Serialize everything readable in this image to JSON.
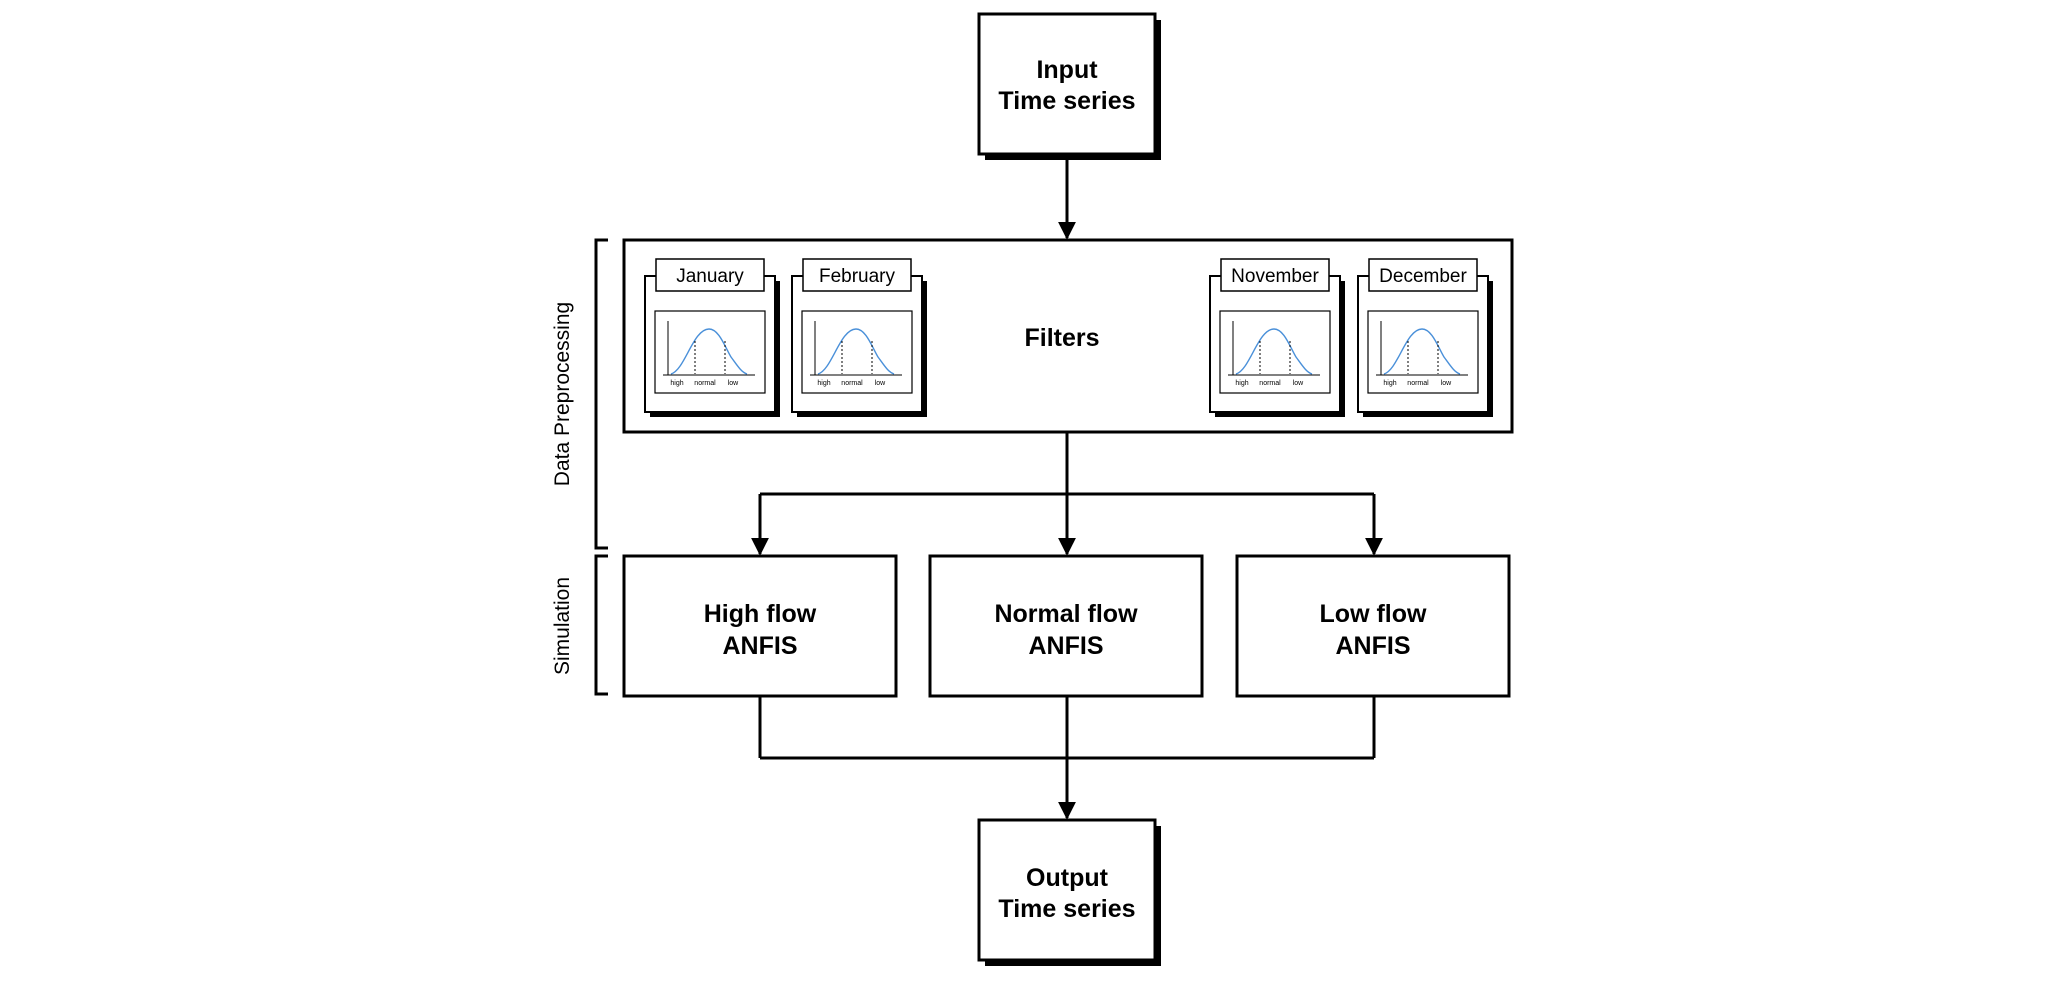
{
  "diagram": {
    "input": {
      "line1": "Input",
      "line2": "Time series"
    },
    "output": {
      "line1": "Output",
      "line2": "Time series"
    },
    "filters": {
      "title": "Filters",
      "months": [
        "January",
        "February",
        "November",
        "December"
      ],
      "curve_labels": [
        "high",
        "normal",
        "low"
      ]
    },
    "models": [
      {
        "line1": "High flow",
        "line2": "ANFIS"
      },
      {
        "line1": "Normal flow",
        "line2": "ANFIS"
      },
      {
        "line1": "Low flow",
        "line2": "ANFIS"
      }
    ],
    "brackets": {
      "preprocessing": "Data Preprocessing",
      "simulation": "Simulation"
    }
  },
  "colors": {
    "stroke": "#000000",
    "curve": "#4a90d9",
    "background": "#ffffff"
  }
}
